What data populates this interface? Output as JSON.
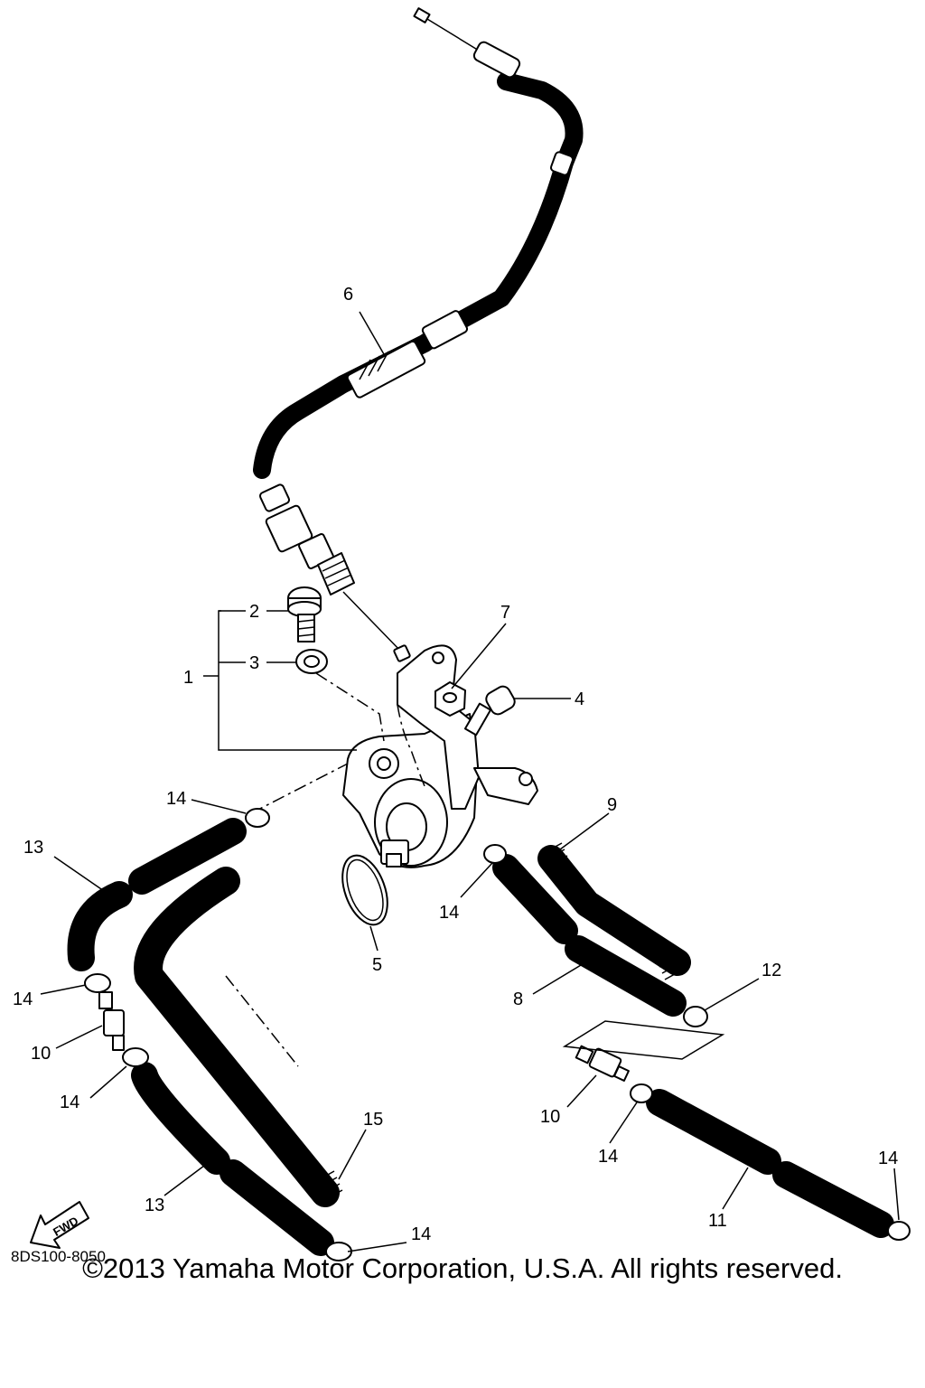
{
  "diagram": {
    "callouts": [
      "1",
      "2",
      "3",
      "4",
      "5",
      "6",
      "7",
      "8",
      "9",
      "10",
      "10",
      "11",
      "12",
      "13",
      "13",
      "14",
      "14",
      "14",
      "14",
      "14",
      "14",
      "14",
      "15"
    ],
    "fwd_label": "FWD",
    "ref_code": "8DS100-8050"
  },
  "copyright": "©2013 Yamaha Motor Corporation, U.S.A. All rights reserved."
}
